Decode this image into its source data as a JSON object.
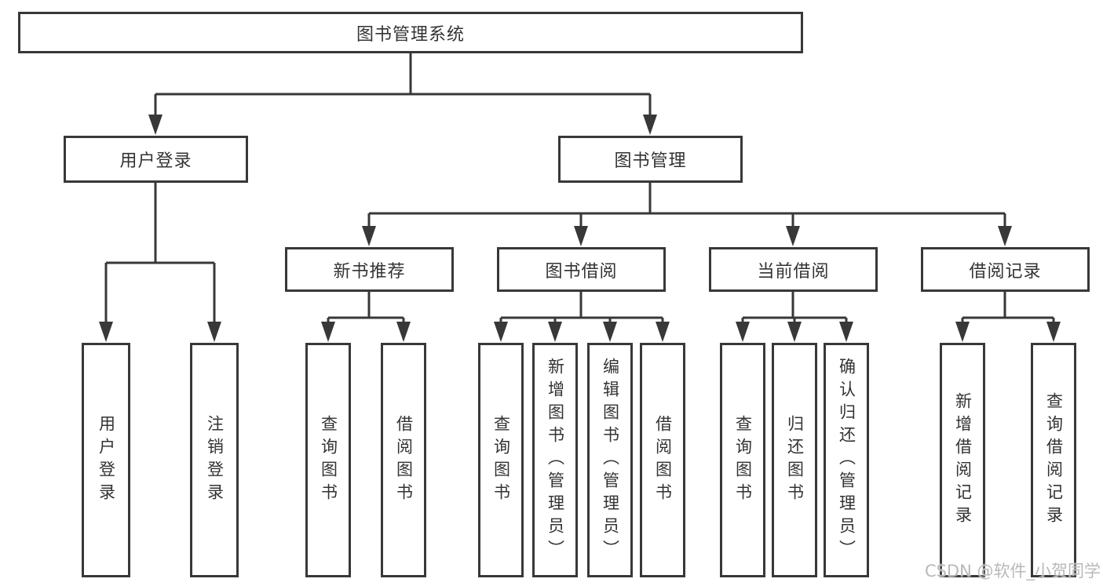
{
  "diagram": {
    "root": {
      "label": "图书管理系统"
    },
    "branches": [
      {
        "label": "用户登录",
        "children": [
          {
            "label": "用户登录"
          },
          {
            "label": "注销登录"
          }
        ]
      },
      {
        "label": "图书管理",
        "children": [
          {
            "label": "新书推荐",
            "children": [
              {
                "label": "查询图书"
              },
              {
                "label": "借阅图书"
              }
            ]
          },
          {
            "label": "图书借阅",
            "children": [
              {
                "label": "查询图书"
              },
              {
                "label": "新增图书（管理员）"
              },
              {
                "label": "编辑图书（管理员）"
              },
              {
                "label": "借阅图书"
              }
            ]
          },
          {
            "label": "当前借阅",
            "children": [
              {
                "label": "查询图书"
              },
              {
                "label": "归还图书"
              },
              {
                "label": "确认归还（管理员）"
              }
            ]
          },
          {
            "label": "借阅记录",
            "children": [
              {
                "label": "新增借阅记录"
              },
              {
                "label": "查询借阅记录"
              }
            ]
          }
        ]
      }
    ]
  },
  "watermark": {
    "text": "CSDN @软件_小贺同学",
    "color": "#b9b9b9"
  },
  "colors": {
    "line": "#383838",
    "box_border": "#383838",
    "box_fill": "#ffffff",
    "text": "#333333",
    "background": "#ffffff"
  }
}
